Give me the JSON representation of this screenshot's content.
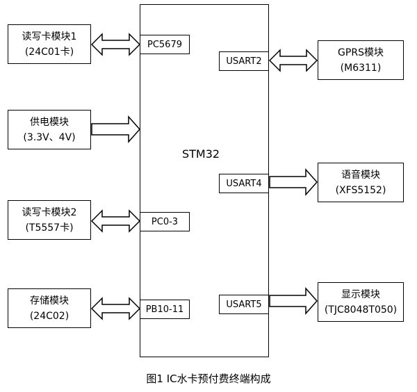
{
  "mcu": {
    "label": "STM32"
  },
  "left_modules": [
    {
      "line1": "读写卡模块1",
      "line2": "(24C01卡)",
      "port": "PC5679"
    },
    {
      "line1": "供电模块",
      "line2": "(3.3V、4V)",
      "port": ""
    },
    {
      "line1": "读写卡模块2",
      "line2": "(T5557卡)",
      "port": "PC0-3"
    },
    {
      "line1": "存储模块",
      "line2": "(24C02)",
      "port": "PB10-11"
    }
  ],
  "right_modules": [
    {
      "line1": "GPRS模块",
      "line2": "(M6311)",
      "port": "USART2"
    },
    {
      "line1": "语音模块",
      "line2": "(XFS5152)",
      "port": "USART4"
    },
    {
      "line1": "显示模块",
      "line2": "(TJC8048T050)",
      "port": "USART5"
    }
  ],
  "caption": "图1  IC水卡预付费终端构成"
}
